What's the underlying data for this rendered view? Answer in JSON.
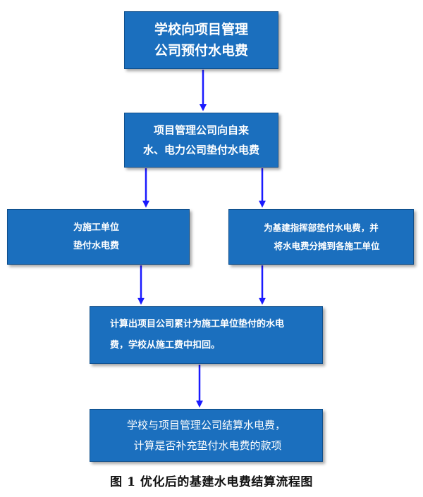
{
  "boxes": {
    "box1": {
      "lines": [
        "学校向项目管理",
        "公司预付水电费"
      ]
    },
    "box2": {
      "lines": [
        "项目管理公司向自来",
        "水、电力公司垫付水电费"
      ]
    },
    "box3": {
      "lines": [
        "为施工单位",
        "垫付水电费"
      ]
    },
    "box4": {
      "lines": [
        "为基建指挥部垫付水电费，并",
        "将水电费分摊到各施工单位"
      ]
    },
    "box5": {
      "lines": [
        "计算出项目公司累计为施工单位垫付的水电",
        "费，学校从施工费中扣回。"
      ]
    },
    "box6": {
      "lines": [
        "学校与项目管理公司结算水电费，",
        "计算是否补充垫付水电费的款项"
      ]
    }
  },
  "caption": "图 1  优化后的基建水电费结算流程图",
  "colors": {
    "box_fill": "#1b6fbe",
    "arrow": "#1a1aff",
    "box_text": "#ffffff"
  }
}
